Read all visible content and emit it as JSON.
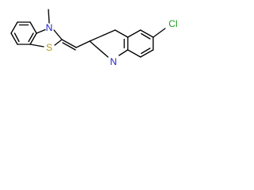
{
  "molecule": {
    "atoms": {
      "n_thiazole": "N",
      "s_thiazole": "S",
      "cl_substituent": "Cl",
      "n_quinoline": "N"
    },
    "colors": {
      "bond": "#000000",
      "nitrogen": "#1e1ec8",
      "sulfur": "#b4961e",
      "chlorine": "#1e9b1e",
      "background": "#ffffff"
    }
  }
}
